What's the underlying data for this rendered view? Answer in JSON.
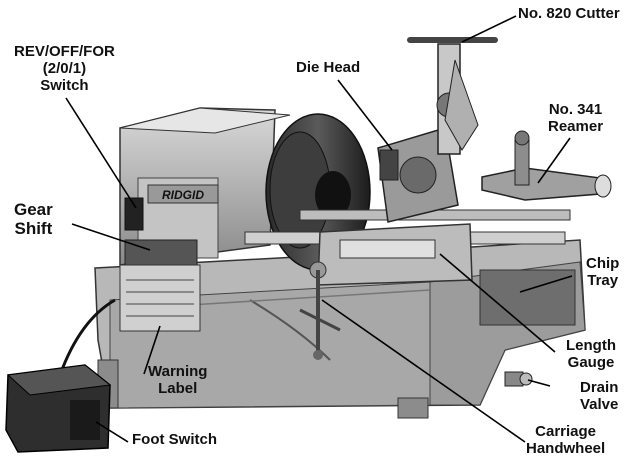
{
  "labels": {
    "cutter": "No. 820 Cutter",
    "rev_switch": [
      "REV/OFF/FOR",
      "(2/0/1)",
      "Switch"
    ],
    "die_head": "Die Head",
    "reamer": [
      "No. 341",
      "Reamer"
    ],
    "gear_shift": [
      "Gear",
      "Shift"
    ],
    "chip_tray": [
      "Chip",
      "Tray"
    ],
    "length_gauge": [
      "Length",
      "Gauge"
    ],
    "warning_label": [
      "Warning",
      "Label"
    ],
    "drain_valve": [
      "Drain",
      "Valve"
    ],
    "foot_switch": "Foot Switch",
    "carriage_handwheel": [
      "Carriage",
      "Handwheel"
    ]
  },
  "brand": "RIDGID"
}
